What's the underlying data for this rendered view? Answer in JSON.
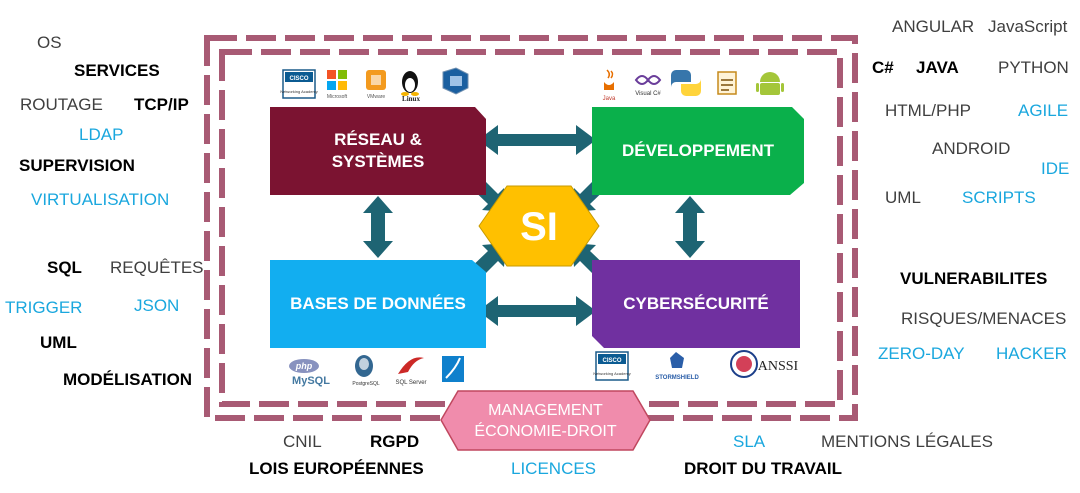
{
  "center": {
    "label": "SI"
  },
  "boxes": {
    "reseau": {
      "line1": "RÉSEAU &",
      "line2": "SYSTÈMES",
      "color": "#7b1331"
    },
    "dev": {
      "label": "DÉVELOPPEMENT",
      "color": "#0ab04b"
    },
    "bdd": {
      "label": "BASES DE DONNÉES",
      "color": "#12aef0"
    },
    "cyber": {
      "label": "CYBERSÉCURITÉ",
      "color": "#7030a0"
    },
    "management": {
      "line1": "MANAGEMENT",
      "line2": "ÉCONOMIE-DROIT",
      "color": "#f08cac"
    },
    "si_color": "#ffc000",
    "arrow_color": "#1e6473",
    "frame_color": "#a85a74"
  },
  "left_words": {
    "os": "OS",
    "services": "SERVICES",
    "routage": "ROUTAGE",
    "tcpip": "TCP/IP",
    "ldap": "LDAP",
    "supervision": "SUPERVISION",
    "virtualisation": "VIRTUALISATION",
    "sql": "SQL",
    "requetes": "REQUÊTES",
    "trigger": "TRIGGER",
    "json": "JSON",
    "uml": "UML",
    "modelisation": "MODÉLISATION"
  },
  "right_words": {
    "angular": "ANGULAR",
    "javascript": "JavaScript",
    "csharp": "C#",
    "java": "JAVA",
    "python": "PYTHON",
    "htmlphp": "HTML/PHP",
    "agile": "AGILE",
    "android": "ANDROID",
    "ide": "IDE",
    "uml": "UML",
    "scripts": "SCRIPTS",
    "vulnerabilites": "VULNERABILITES",
    "risques": "RISQUES/MENACES",
    "zeroday": "ZERO-DAY",
    "hacker": "HACKER"
  },
  "bottom_words": {
    "cnil": "CNIL",
    "rgpd": "RGPD",
    "lois": "LOIS EUROPÉENNES",
    "licences": "LICENCES",
    "sla": "SLA",
    "mentions": "MENTIONS LÉGALES",
    "droit_travail": "DROIT DU TRAVAIL"
  },
  "logos": {
    "cisco_net": {
      "text": "CISCO",
      "sub": "Networking Academy"
    },
    "microsoft": {
      "sub": "Microsoft"
    },
    "vmware": {
      "sub": "VMware"
    },
    "linux": {
      "sub": "Linux"
    },
    "java": {
      "sub": "Java"
    },
    "visualc": {
      "sub": "Visual C#"
    },
    "php": {
      "text": "php"
    },
    "mysql": {
      "text": "MySQL"
    },
    "postgres": {
      "sub": "PostgreSQL"
    },
    "sqlserver": {
      "sub": "SQL Server"
    },
    "stormshield": {
      "text": "STORMSHIELD"
    },
    "anssi": {
      "text": "ANSSI"
    }
  }
}
